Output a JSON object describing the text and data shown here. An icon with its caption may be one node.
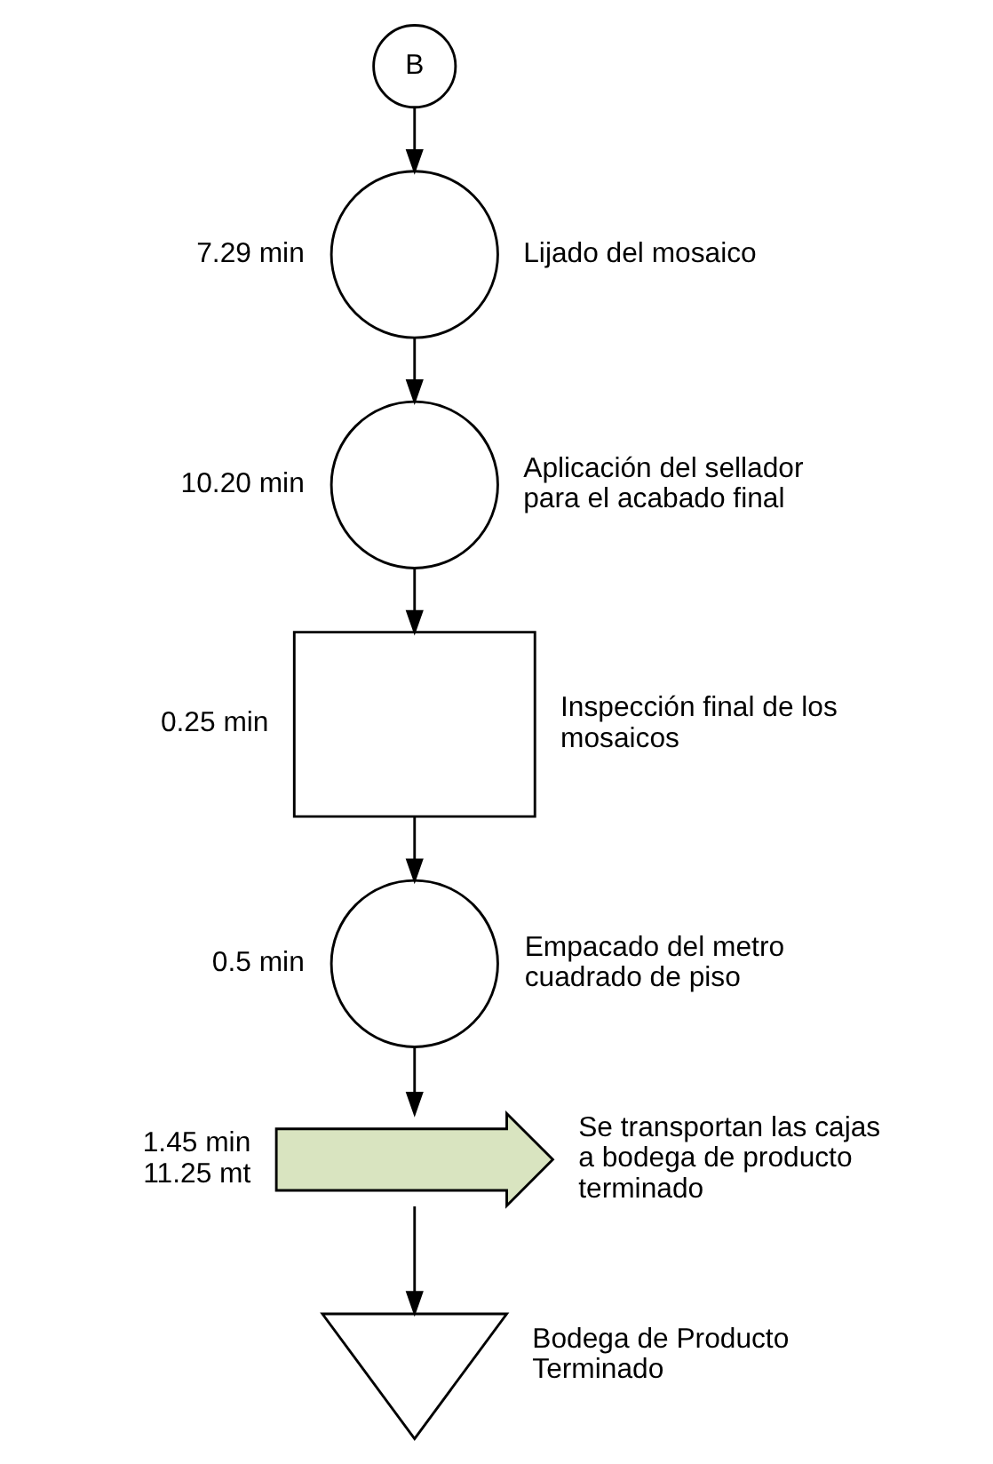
{
  "diagram": {
    "nodes": [
      {
        "text": [
          "B"
        ]
      },
      {
        "text": [],
        "shape": "circle",
        "beside": [
          "7.29 min",
          "Lijado del mosaico"
        ]
      },
      {
        "text": [],
        "shape": "circle",
        "beside": [
          "10.20 min",
          "Aplicación del sellador para el acabado final"
        ]
      },
      {
        "text": [],
        "shape": "box",
        "beside": [
          "0.25 min",
          "Inspección final de los mosaicos"
        ]
      },
      {
        "text": [],
        "shape": "circle",
        "beside": [
          "0.5 min",
          "Empacado del metro cuadrado de piso"
        ]
      },
      {
        "text": [],
        "shape": "arrow",
        "beside": [
          "1.45 min 11.25 mt",
          "Se transportan las cajas a bodega de producto terminado"
        ]
      },
      {
        "text": [],
        "shape": "triangle",
        "beside": [
          "Bodega de Producto Terminado"
        ]
      }
    ],
    "edges": [
      {
        "from": 0,
        "to": 1,
        "arrow": "to"
      },
      {
        "from": 1,
        "to": 2,
        "arrow": "to"
      },
      {
        "from": 2,
        "to": 3,
        "arrow": "to"
      },
      {
        "from": 3,
        "to": 4,
        "arrow": "to"
      },
      {
        "from": 4,
        "to": 5,
        "arrow": "to"
      },
      {
        "from": 5,
        "to": 6,
        "arrow": "to"
      }
    ]
  }
}
